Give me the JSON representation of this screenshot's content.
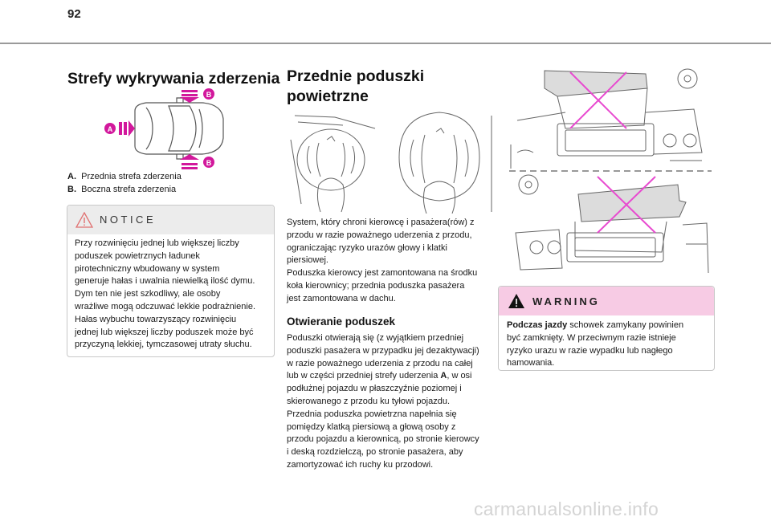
{
  "page": {
    "number": "92"
  },
  "col1": {
    "title": "Strefy wykrywania zderzenia",
    "diagram_labels": {
      "a": "A",
      "b": "B"
    },
    "legend": [
      {
        "key": "A.",
        "text": "Przednia strefa zderzenia"
      },
      {
        "key": "B.",
        "text": "Boczna strefa zderzenia"
      }
    ],
    "notice": {
      "title": "NOTICE",
      "lines": [
        "Przy rozwinięciu jednej lub większej liczby",
        "poduszek powietrznych ładunek",
        "pirotechniczny wbudowany w system",
        "generuje hałas i uwalnia niewielką ilość dymu.",
        "Dym ten nie jest szkodliwy, ale osoby",
        "wrażliwe mogą odczuwać lekkie podrażnienie.",
        "Hałas wybuchu towarzyszący rozwinięciu",
        "jednej lub większej liczby poduszek może być",
        "przyczyną lekkiej, tymczasowej utraty słuchu."
      ]
    }
  },
  "col2": {
    "title_line1": "Przednie poduszki",
    "title_line2": "powietrzne",
    "intro_lines": [
      "System, który chroni kierowcę i pasażera(rów) z",
      "przodu w razie poważnego uderzenia z przodu,",
      "ograniczając ryzyko urazów głowy i klatki",
      "piersiowej.",
      "Poduszka kierowcy jest zamontowana na środku",
      "koła kierownicy; przednia poduszka pasażera",
      "jest zamontowana w dachu."
    ],
    "subtitle": "Otwieranie poduszek",
    "body": {
      "l1": "Poduszki otwierają się (z wyjątkiem przedniej",
      "l2": "poduszki pasażera w przypadku jej dezaktywacji)",
      "l3": "w razie poważnego uderzenia z przodu na całej",
      "l4_pre": "lub w części przedniej strefy uderzenia ",
      "l4_bold": "A",
      "l4_post": ", w osi",
      "l5": "podłużnej pojazdu w płaszczyźnie poziomej i",
      "l6": "skierowanego z przodu ku tyłowi pojazdu.",
      "l7": "Przednia poduszka powietrzna napełnia się",
      "l8": "pomiędzy klatką piersiową a głową osoby z",
      "l9": "przodu pojazdu a kierownicą, po stronie kierowcy",
      "l10": "i deską rozdzielczą, po stronie pasażera, aby",
      "l11": "zamortyzować ich ruchy ku przodowi."
    }
  },
  "col3": {
    "warning": {
      "title": "WARNING",
      "bold": "Podczas jazdy",
      "l1_rest": " schowek zamykany powinien",
      "l2": "być zamknięty. W przeciwnym razie istnieje",
      "l3": "ryzyko urazu w razie wypadku lub nagłego",
      "l4": "hamowania."
    }
  },
  "watermark": "carmanualsonline.info",
  "colors": {
    "accent_pink": "#d2189c",
    "warning_header": "#f7cbe4",
    "notice_header": "#ececec",
    "cross": "#e84ad0"
  }
}
